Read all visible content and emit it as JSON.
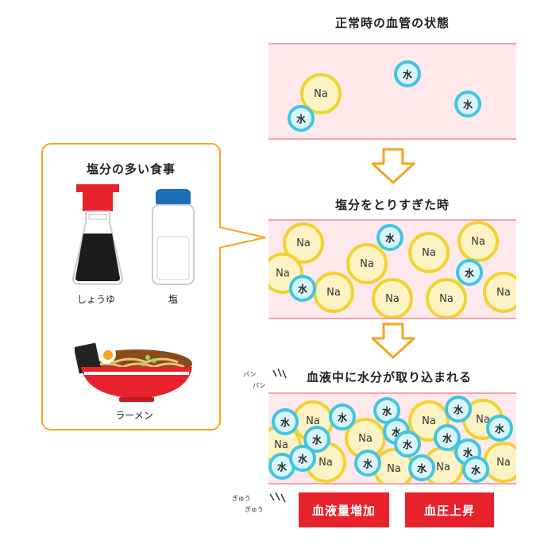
{
  "vessel_normal": {
    "title": "正常時の血管の状態"
  },
  "vessel_salt": {
    "title": "塩分をとりすぎた時"
  },
  "vessel_water": {
    "title": "血液中に水分が取り込まれる"
  },
  "particles": {
    "sodium": "Na",
    "water": "水"
  },
  "callout": {
    "title": "塩分の多い食事",
    "items": [
      {
        "label": "しょうゆ"
      },
      {
        "label": "塩"
      },
      {
        "label": "ラーメン"
      }
    ]
  },
  "sound_effects": {
    "pan1": "パン",
    "pan2": "パン",
    "gyu1": "ぎゅう",
    "gyu2": "ぎゅう"
  },
  "results": {
    "blood_volume": "血液量増加",
    "blood_pressure": "血圧上昇"
  },
  "colors": {
    "vessel_fill": "#fde9ec",
    "vessel_wall": "#f3a2ad",
    "sodium": "#f2d22f",
    "water": "#41c4e4",
    "accent": "#f6a51a",
    "result": "#e8222c"
  }
}
